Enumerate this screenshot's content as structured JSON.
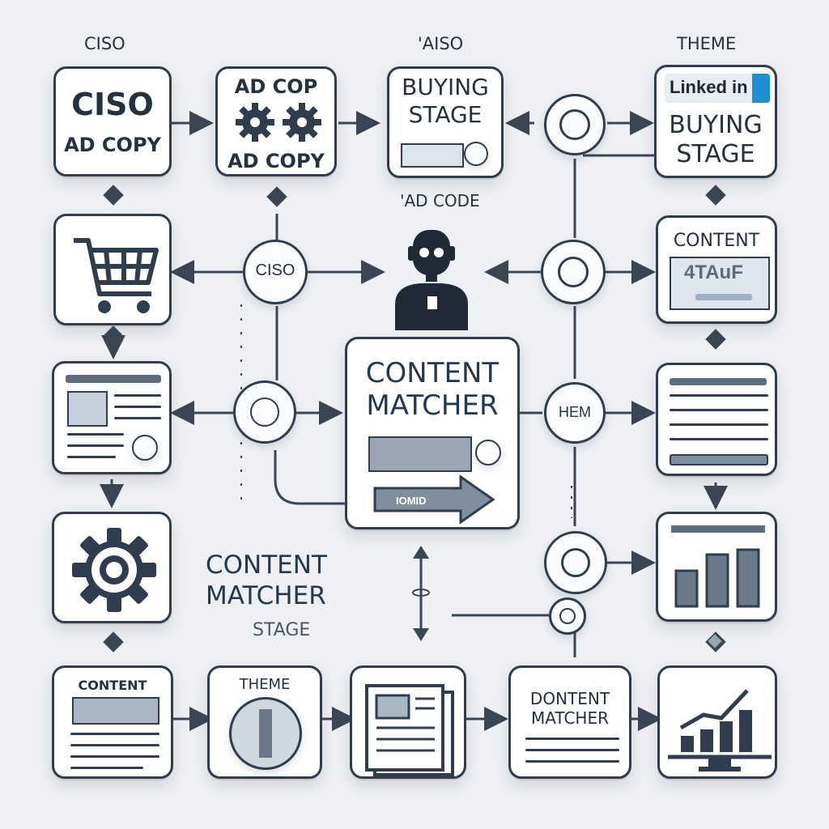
{
  "top_labels": {
    "left": "CISO",
    "middle": "'AISO",
    "right": "THEME"
  },
  "nodes": {
    "ciso_ad_copy": {
      "line1": "CISO",
      "line2": "AD COPY"
    },
    "ad_cop": {
      "line1": "AD COP",
      "line2": "AD COPY"
    },
    "buying_stage": {
      "line1": "BUYING",
      "line2": "STAGE"
    },
    "linkedin_buying": {
      "badge": "Linked in",
      "line1": "BUYING",
      "line2": "STAGE"
    },
    "content_right": {
      "title": "CONTENT",
      "glyphs": "4TAuF"
    },
    "content_matcher_main": {
      "line1": "CONTENT",
      "line2": "MATCHER",
      "arrow_text": "IOMID"
    },
    "bottom_content": {
      "title": "CONTENT"
    },
    "bottom_theme": {
      "title": "THEME"
    },
    "bottom_matcher": {
      "line1": "DONTENT",
      "line2": "MATCHER"
    }
  },
  "annotations": {
    "ad_code": "'AD CODE",
    "circle_ciso": "CISO",
    "circle_hem": "HEM",
    "content_matcher_stage": {
      "line1": "CONTENT",
      "line2": "MATCHER",
      "line3": "STAGE"
    }
  },
  "icons": [
    "gear-icon",
    "cart-icon",
    "person-icon",
    "bar-chart-icon",
    "monitor-chart-icon",
    "document-icon",
    "target-icon",
    "arrow-right-icon",
    "arrow-down-icon"
  ],
  "colors": {
    "stroke": "#2f3d4c",
    "fill": "#ffffff",
    "background": "#eef0f3",
    "accent": "#1f8fd1"
  }
}
